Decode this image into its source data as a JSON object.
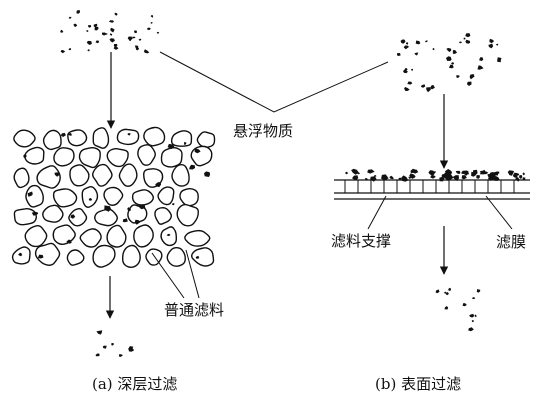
{
  "labels": {
    "suspended_matter": "悬浮物质",
    "ordinary_filter_material": "普通滤料",
    "filter_support": "滤料支撑",
    "filter_membrane": "滤膜"
  },
  "captions": {
    "depth_filtration": "(a) 深层过滤",
    "surface_filtration": "(b) 表面过滤"
  },
  "colors": {
    "ink": "#111111",
    "background": "#ffffff",
    "grain_fill": "#ffffff"
  }
}
